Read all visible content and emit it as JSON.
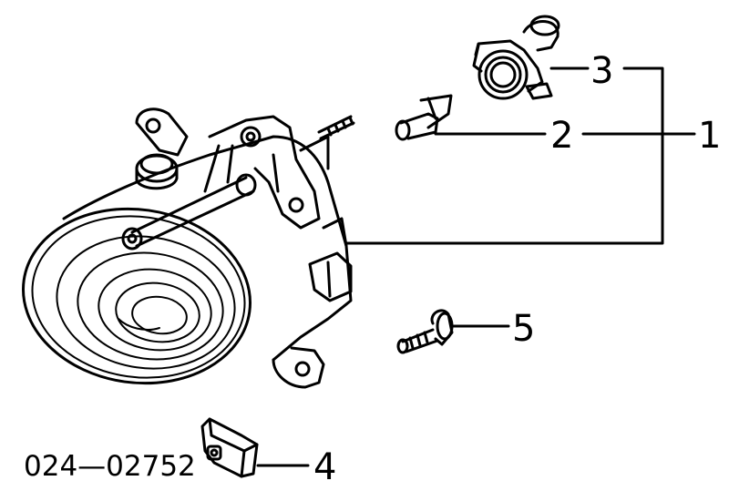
{
  "diagram": {
    "part_code": "024—02752",
    "callouts": [
      {
        "id": "1",
        "label": "1"
      },
      {
        "id": "2",
        "label": "2"
      },
      {
        "id": "3",
        "label": "3"
      },
      {
        "id": "4",
        "label": "4"
      },
      {
        "id": "5",
        "label": "5"
      }
    ],
    "parts": [
      {
        "id": "fog-lamp-assembly",
        "callout": "1"
      },
      {
        "id": "adjuster-screw",
        "callout": "2"
      },
      {
        "id": "bulb-socket",
        "callout": "3"
      },
      {
        "id": "clip-nut",
        "callout": "4"
      },
      {
        "id": "mounting-bolt",
        "callout": "5"
      }
    ]
  }
}
